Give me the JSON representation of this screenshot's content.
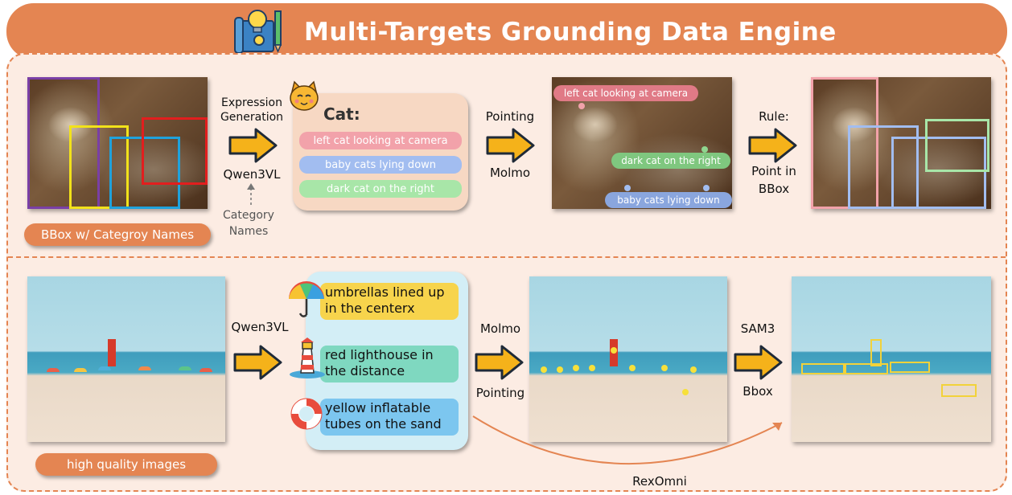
{
  "header": {
    "title": "Multi-Targets Grounding Data Engine",
    "icon": "blueprint-lightbulb-icon",
    "bg_color": "#e48552"
  },
  "top_row": {
    "input_tag": "BBox w/ Categroy Names",
    "step1": {
      "line1": "Expression",
      "line2": "Generation",
      "model": "Qwen3VL"
    },
    "category_note": {
      "line1": "Category",
      "line2": "Names"
    },
    "card": {
      "icon": "cat-face-icon",
      "title": "Cat:",
      "expressions": [
        "left cat looking at camera",
        "baby cats lying down",
        "dark cat on the right"
      ],
      "colors": [
        "#f2a2aa",
        "#a2bdf0",
        "#a8e6a8"
      ]
    },
    "step2": {
      "label": "Pointing",
      "model": "Molmo"
    },
    "point_labels": [
      "left cat looking at camera",
      "dark cat on the right",
      "baby cats lying down"
    ],
    "step3": {
      "line1": "Rule:",
      "line2": "Point in",
      "line3": "BBox"
    }
  },
  "bottom_row": {
    "input_tag": "high quality images",
    "step1": {
      "model": "Qwen3VL"
    },
    "card": {
      "items": [
        {
          "icon": "umbrella-icon",
          "line1": "umbrellas lined up",
          "line2": "in the centerx",
          "color": "#f7d44c"
        },
        {
          "icon": "lighthouse-icon",
          "line1": "red lighthouse in",
          "line2": "the distance",
          "color": "#7fd8c0"
        },
        {
          "icon": "inflatable-tube-icon",
          "line1": "yellow inflatable",
          "line2": "tubes on the sand",
          "color": "#7cc6ef"
        }
      ]
    },
    "step2": {
      "model": "Molmo",
      "label": "Pointing"
    },
    "step3": {
      "model": "SAM3",
      "label": "Bbox"
    },
    "curve_label": "RexOmni"
  }
}
